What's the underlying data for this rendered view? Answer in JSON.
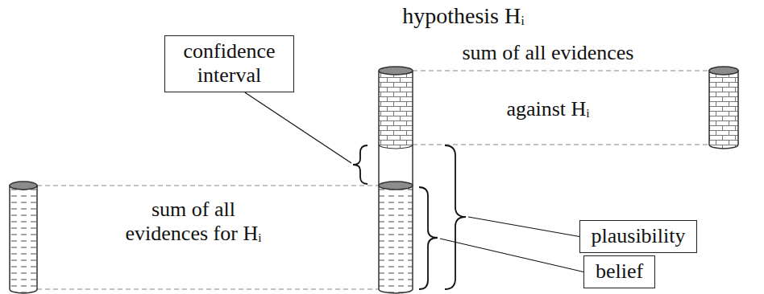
{
  "diagram": {
    "title": "hypothesis Hᵢ",
    "nodes": [
      {
        "text": [
          "confidence interval"
        ]
      },
      {
        "text": [
          "plausibility"
        ]
      },
      {
        "text": [
          "belief"
        ]
      }
    ],
    "labels": [
      "sum of all evidences against Hᵢ",
      "sum of all evidences for Hᵢ"
    ]
  }
}
